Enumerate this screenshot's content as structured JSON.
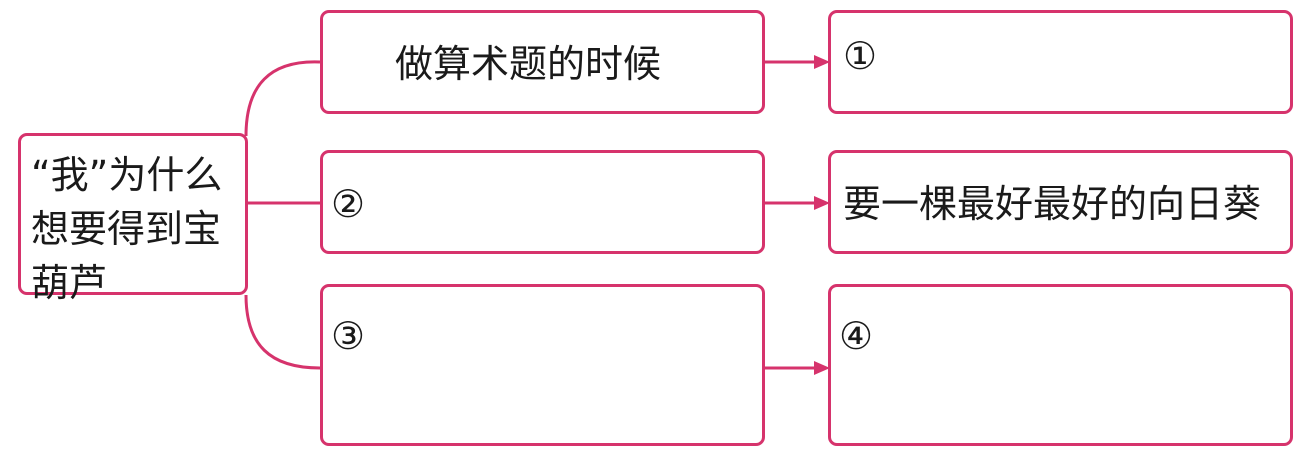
{
  "diagram": {
    "line_color": "#d6336c",
    "root": {
      "label": "“我”为什么想要得到宝葫芦"
    },
    "rows": [
      {
        "left": "做算术题的时候",
        "right": "①"
      },
      {
        "left": "②",
        "right": "要一棵最好最好的向日葵"
      },
      {
        "left": "③",
        "right": "④"
      }
    ]
  }
}
